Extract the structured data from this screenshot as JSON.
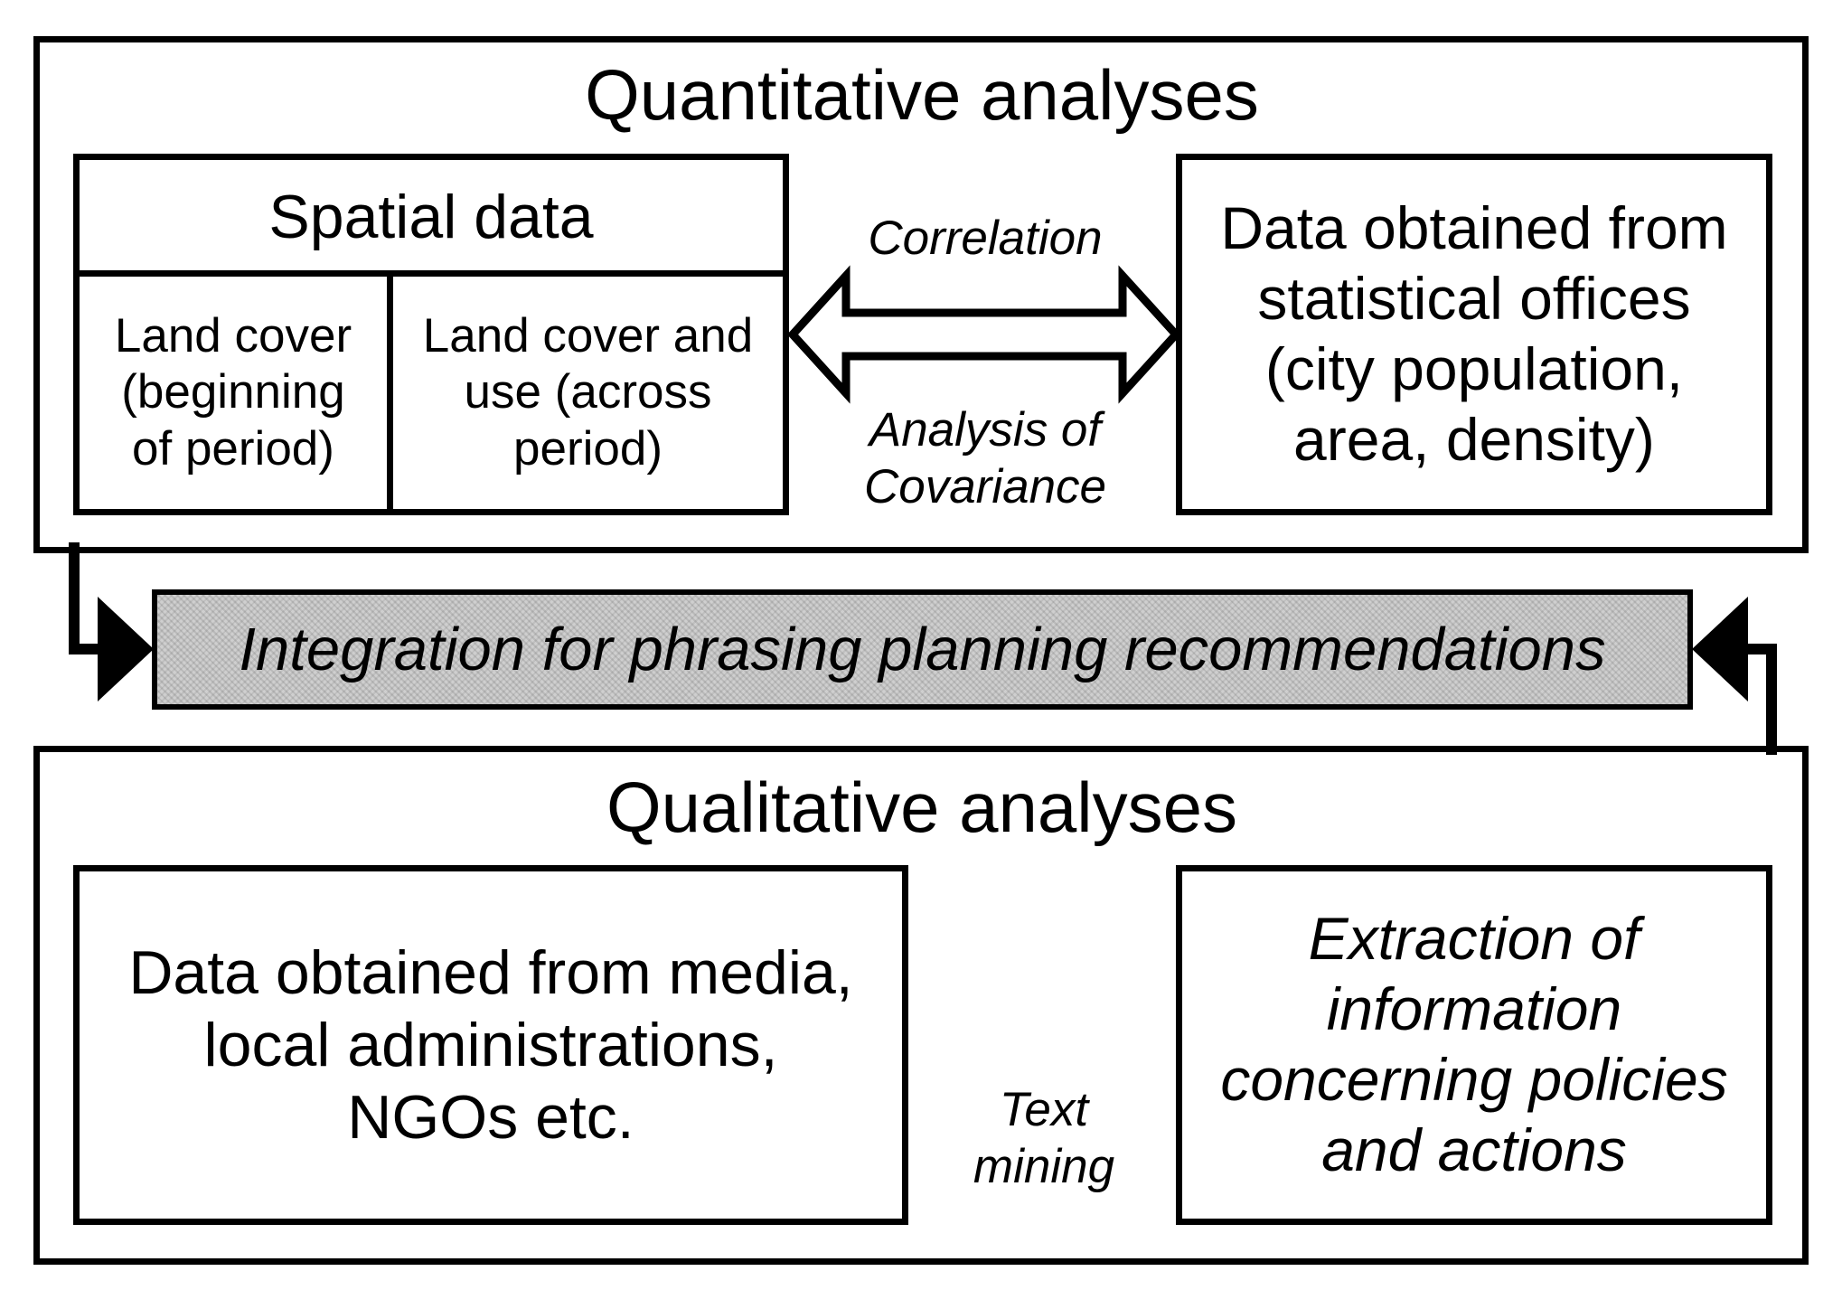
{
  "quantitative": {
    "title": "Quantitative analyses",
    "spatial": {
      "title": "Spatial data",
      "left_cell": "Land cover\n(beginning\nof period)",
      "right_cell": "Land cover and\nuse (across\nperiod)"
    },
    "arrow_top_label": "Correlation",
    "arrow_bottom_label": "Analysis of\nCovariance",
    "stats_box": "Data obtained from\nstatistical offices\n(city population,\narea, density)"
  },
  "integration": {
    "label": "Integration for phrasing planning recommendations"
  },
  "qualitative": {
    "title": "Qualitative analyses",
    "media_box": "Data obtained from media,\nlocal administrations,\nNGOs etc.",
    "arrow_label": "Text\nmining",
    "extraction_box": "Extraction of\ninformation\nconcerning policies\nand actions"
  }
}
